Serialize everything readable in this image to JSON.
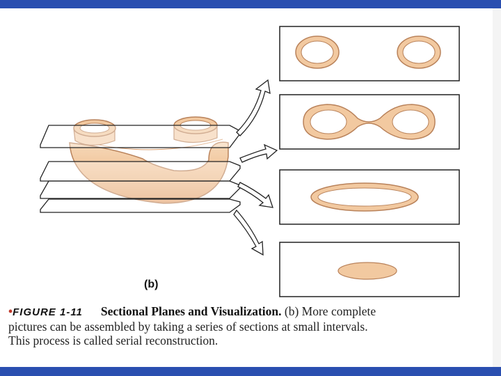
{
  "figure": {
    "panel_label": "(b)",
    "caption": {
      "bullet": "•",
      "label": "FIGURE 1-11",
      "title": "Sectional Planes and Visualization.",
      "line1_rest": "(b) More complete",
      "line2": "pictures can be assembled by taking a series of sections at small intervals.",
      "line3": "This process is called serial reconstruction."
    }
  },
  "colors": {
    "frame_bar": "#2a4fb0",
    "tissue_fill": "#f2c9a0",
    "tissue_stroke": "#b9825a",
    "line": "#222222"
  }
}
